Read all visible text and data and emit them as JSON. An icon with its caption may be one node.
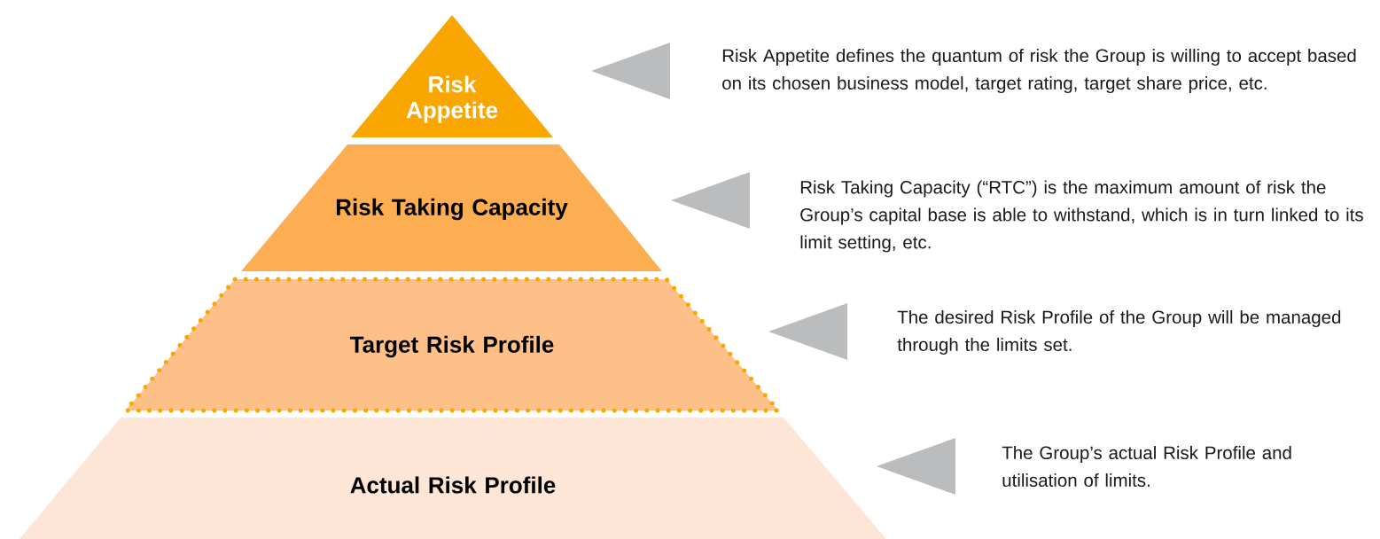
{
  "diagram": {
    "nodes": [
      {
        "text": [
          "Risk Appetite"
        ]
      },
      {
        "text": [
          "Risk Taking Capacity"
        ]
      },
      {
        "text": [
          "Target Risk Profile"
        ]
      },
      {
        "text": [
          "Actual Risk Profile"
        ]
      },
      {
        "text": [
          "Risk Appetite defines the quantum of risk the Group is willing to accept based on its chosen business model, target rating, target share price, etc."
        ]
      },
      {
        "text": [
          "Risk Taking Capacity (“RTC”) is the maximum amount of risk the Group’s capital base is able to withstand, which is in turn linked to its limit setting, etc."
        ]
      },
      {
        "text": [
          "The desired Risk Profile of the Group will be managed through the limits set."
        ]
      },
      {
        "text": [
          "The Group’s actual Risk Profile and utilisation of limits."
        ]
      },
      {
        "text": [],
        "shape": "triangle"
      },
      {
        "text": [],
        "shape": "triangle"
      },
      {
        "text": [],
        "shape": "triangle"
      },
      {
        "text": [],
        "shape": "triangle"
      }
    ]
  }
}
